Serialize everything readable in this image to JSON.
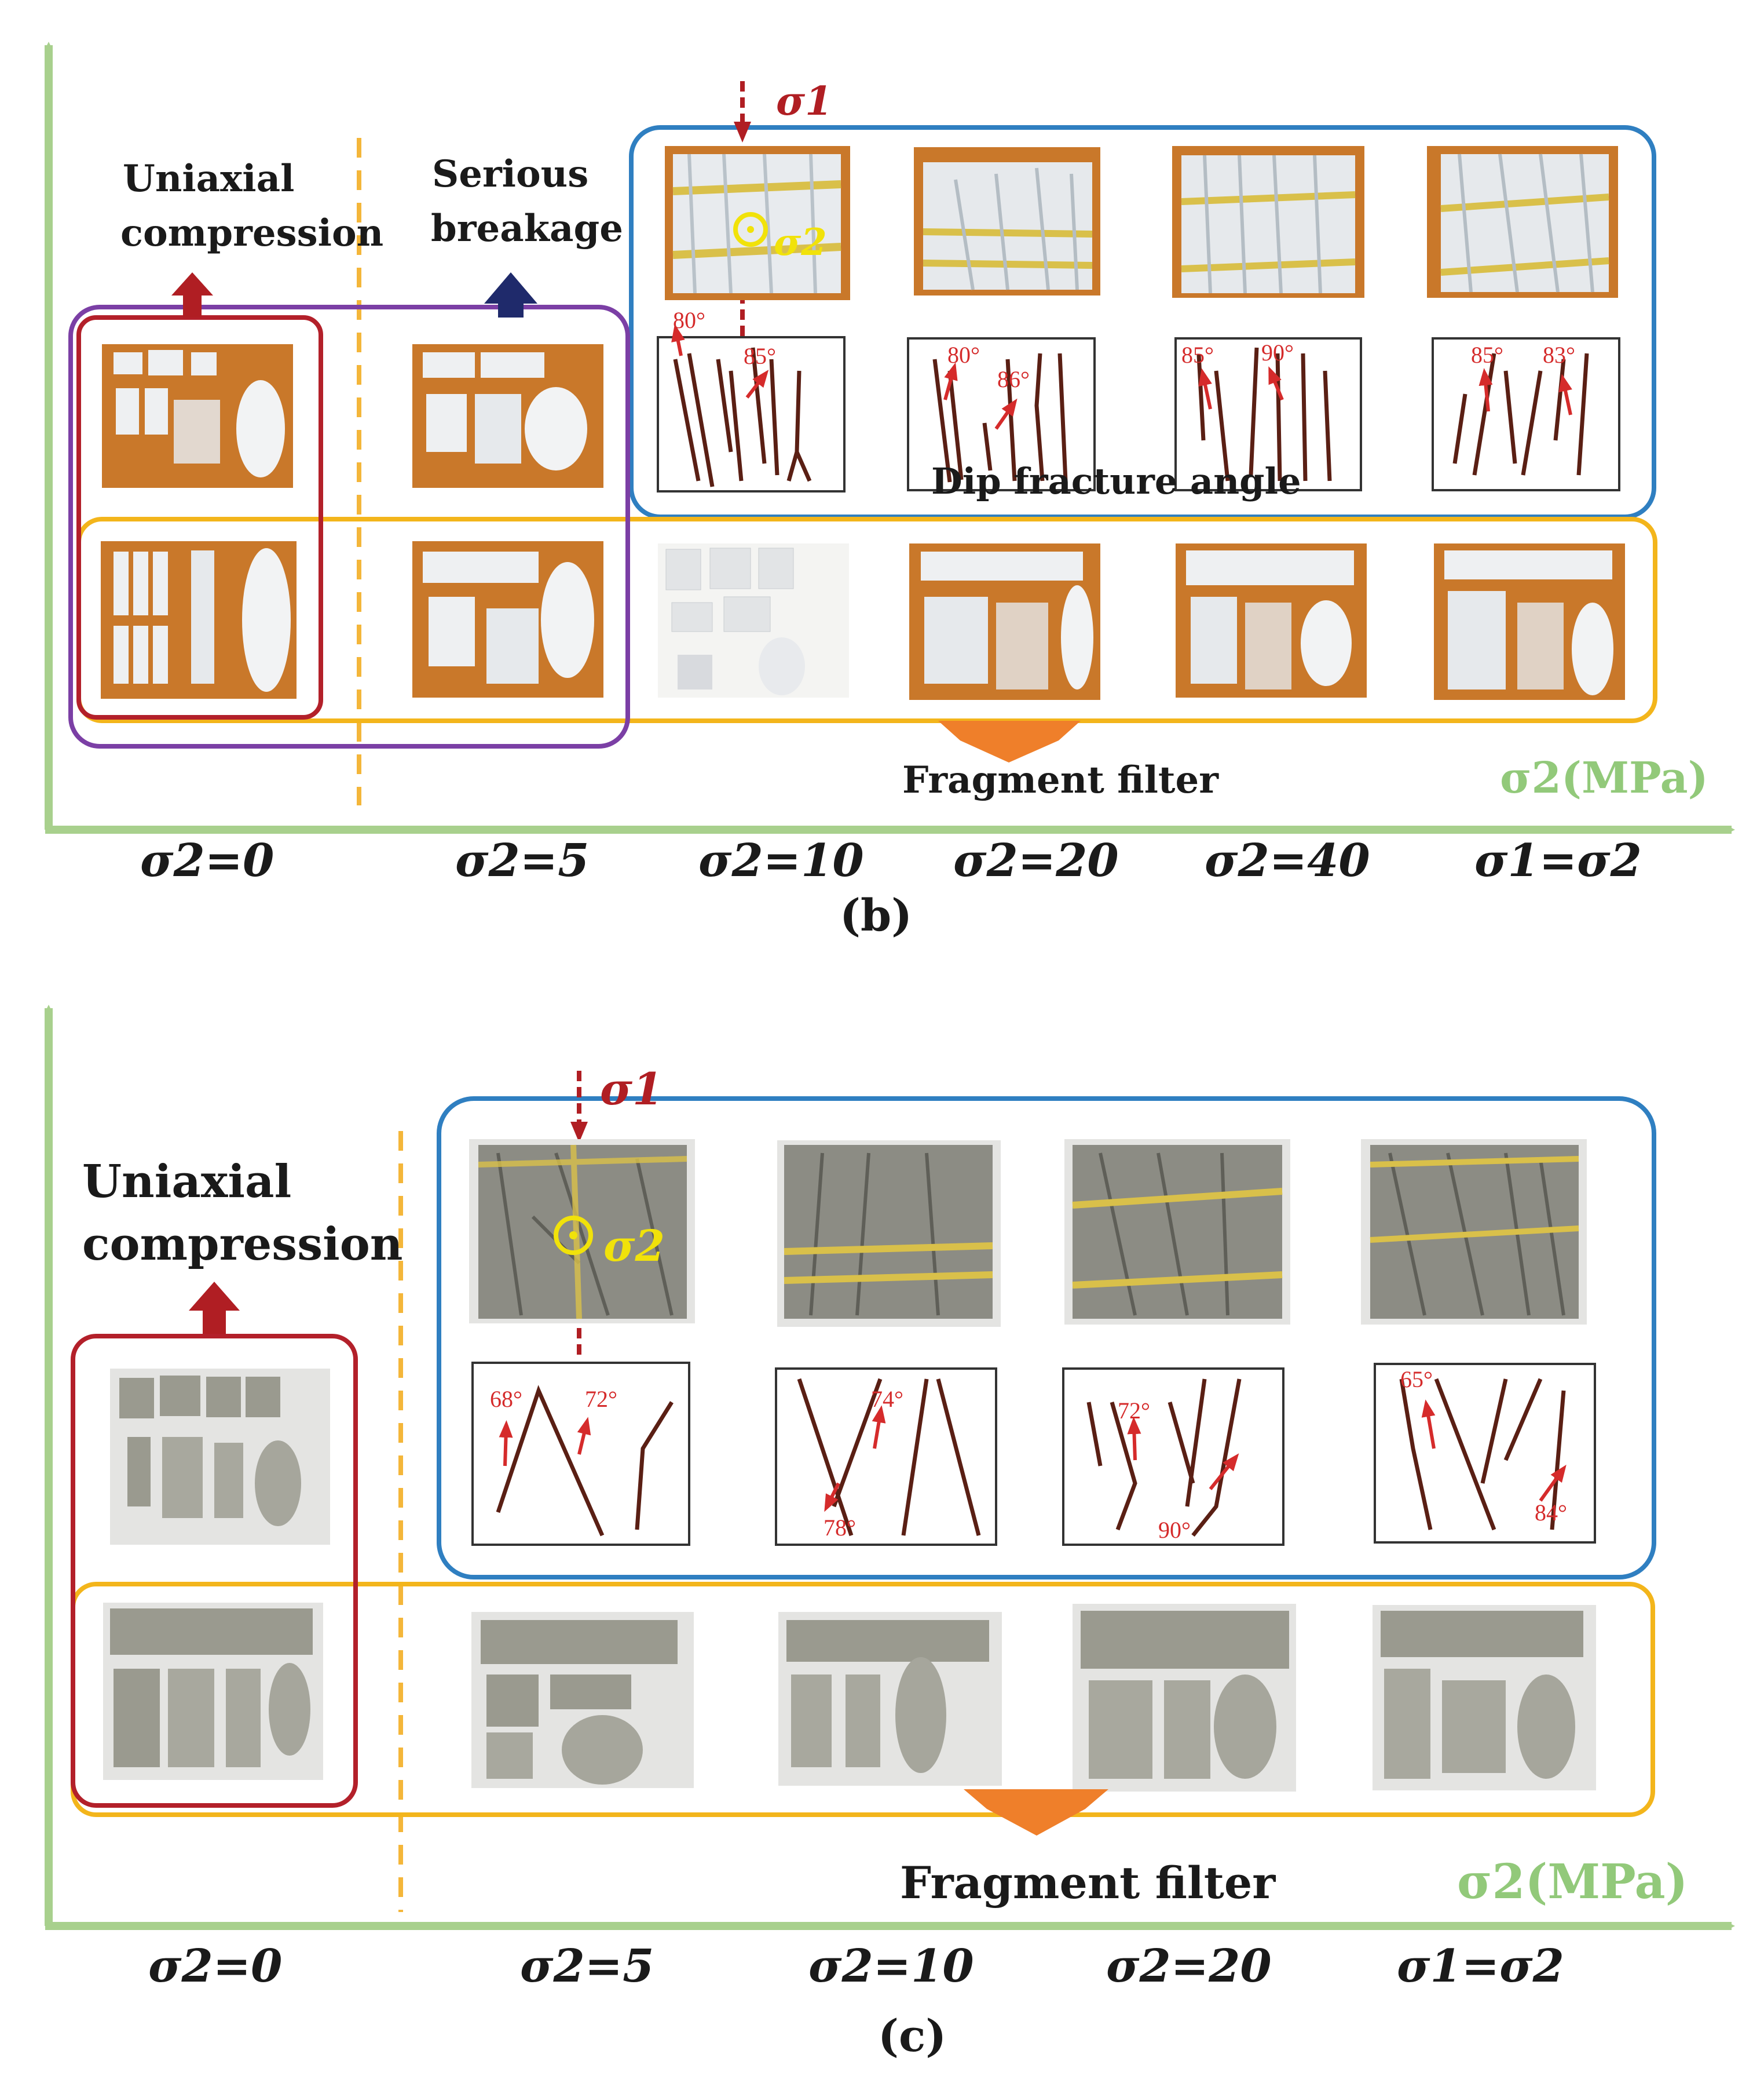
{
  "panels": [
    {
      "id": "b",
      "caption": "(b)",
      "uniaxial_label": [
        "Uniaxial",
        "compression"
      ],
      "breakage_label": [
        "Serious",
        "breakage"
      ],
      "dip_label": "Dip fracture angle",
      "fragment_filter": "Fragment filter",
      "axis_unit": "σ2(MPa)",
      "x_labels": [
        "σ2=0",
        "σ2=5",
        "σ2=10",
        "σ2=20",
        "σ2=40",
        "σ1=σ2"
      ],
      "stress_labels": {
        "s1": "σ1",
        "s2": "σ2"
      },
      "angle_groups": [
        [
          "80°",
          "85°"
        ],
        [
          "80°",
          "86°"
        ],
        [
          "85°",
          "90°"
        ],
        [
          "85°",
          "83°"
        ]
      ],
      "colors": {
        "photo_bg": "#c9782a",
        "fragment": "#eef0f2",
        "specimen": "#e8ebee"
      }
    },
    {
      "id": "c",
      "caption": "(c)",
      "uniaxial_label": [
        "Uniaxial",
        "compression"
      ],
      "fragment_filter": "Fragment filter",
      "axis_unit": "σ2(MPa)",
      "x_labels": [
        "σ2=0",
        "σ2=5",
        "σ2=10",
        "σ2=20",
        "σ1=σ2"
      ],
      "stress_labels": {
        "s1": "σ1",
        "s2": "σ2"
      },
      "angle_groups": [
        [
          "68°",
          "72°"
        ],
        [
          "74°",
          "78°"
        ],
        [
          "72°",
          "90°"
        ],
        [
          "65°",
          "84°"
        ]
      ],
      "colors": {
        "photo_bg": "#e4e4e2",
        "fragment": "#9a9a8f",
        "specimen": "#8c8c84"
      }
    }
  ],
  "colors": {
    "axis": "#a8d08d",
    "blue_box": "#2f7fc1",
    "yellow_box": "#f3b51b",
    "red_box": "#b3202a",
    "purple_box": "#7b3fa5",
    "dashed_divider": "#f4b63a",
    "fracture_line": "#5a1f14",
    "angle_red": "#d52b2b",
    "arrow_orange": "#ef7f2a",
    "arrow_red": "#b01e23",
    "arrow_navy": "#1f2a6b",
    "yellow_band": "#d9c04a"
  }
}
